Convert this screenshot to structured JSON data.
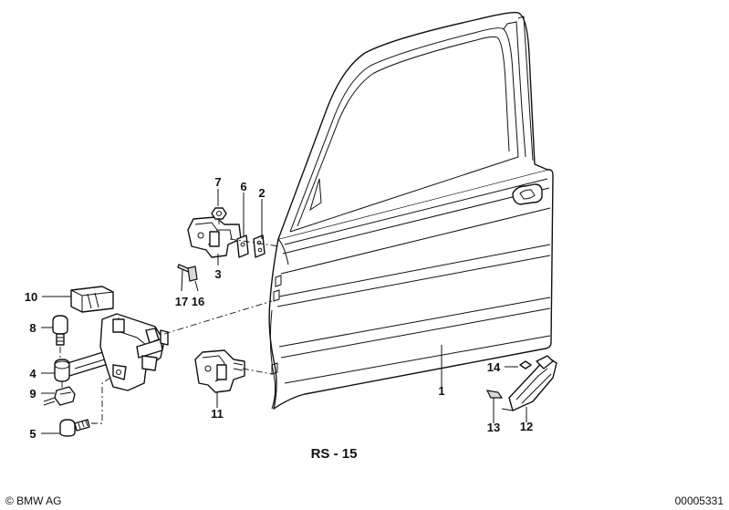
{
  "diagram": {
    "caption": "RS - 15",
    "copyright": "© BMW AG",
    "image_number": "00005331",
    "callouts": {
      "c1": "1",
      "c2": "2",
      "c3": "3",
      "c4": "4",
      "c5": "5",
      "c6": "6",
      "c7": "7",
      "c8": "8",
      "c9": "9",
      "c10": "10",
      "c11": "11",
      "c12": "12",
      "c13": "13",
      "c14": "14",
      "c16": "16",
      "c17": "17"
    }
  }
}
